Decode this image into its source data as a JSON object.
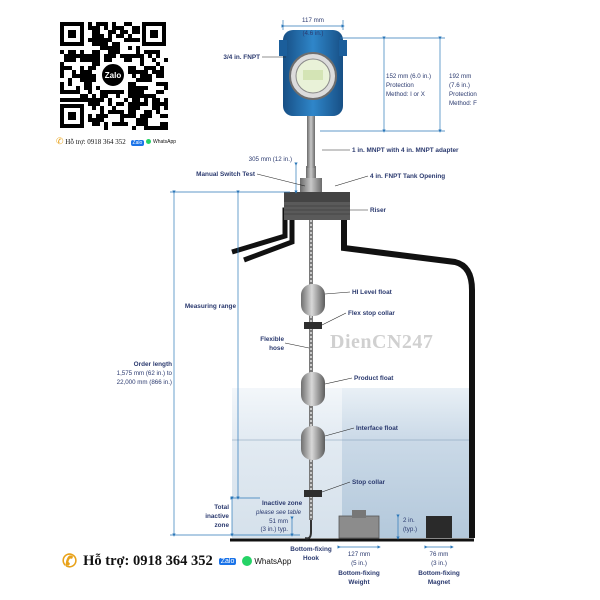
{
  "brand": {
    "qr_center_label": "Zalo",
    "support_label": "Hỗ trợ: 0918 364 352",
    "zalo_chip": "Zalo",
    "whatsapp_label": "WhatsApp",
    "watermark": "DienCN247"
  },
  "diagram": {
    "top_width_dim_mm": "117 mm",
    "top_width_dim_in": "(4.6 in.)",
    "fnpt_label": "3/4 in. FNPT",
    "right_dim_1": [
      "152 mm (6.0 in.)",
      "Protection",
      "Method: I or X"
    ],
    "right_dim_2": [
      "192 mm",
      "(7.6 in.)",
      "Protection",
      "Method: F"
    ],
    "adapter_label": "1 in. MNPT with 4 in. MNPT adapter",
    "dim_305": "305 mm (12 in.)",
    "manual_switch_label": "Manual Switch Test",
    "tank_opening_label": "4 in. FNPT Tank Opening",
    "riser_label": "Riser",
    "hi_level_float_label": "HI Level float",
    "flex_stop_collar_label": "Flex stop collar",
    "measuring_range_label": "Measuring range",
    "flexible_hose_label": [
      "Flexible",
      "hose"
    ],
    "order_length_label": [
      "Order length",
      "1,575 mm (62 in.) to",
      "22,000 mm (866 in.)"
    ],
    "product_float_label": "Product float",
    "interface_float_label": "Interface float",
    "stop_collar_label": "Stop collar",
    "total_inactive_label": [
      "Total",
      "inactive",
      "zone"
    ],
    "inactive_zone_label": "Inactive zone",
    "inactive_zone_note": "please see table",
    "dim_51": [
      "51 mm",
      "(3 in.) typ."
    ],
    "dim_2in": [
      "2 in.",
      "(typ.)"
    ],
    "bottom_hook_label": [
      "Bottom-fixing",
      "Hook"
    ],
    "weight_dim": [
      "127 mm",
      "(5 in.)"
    ],
    "weight_label": [
      "Bottom-fixing",
      "Weight"
    ],
    "magnet_dim": [
      "76 mm",
      "(3 in.)"
    ],
    "magnet_label": [
      "Bottom-fixing",
      "Magnet"
    ]
  },
  "colors": {
    "transmitter_body": "#1f6fb2",
    "float": "#9c9c9c",
    "liquid": "#c9d9e8",
    "dimension_line": "#2c78b9",
    "label_text": "#2b3a6f"
  }
}
